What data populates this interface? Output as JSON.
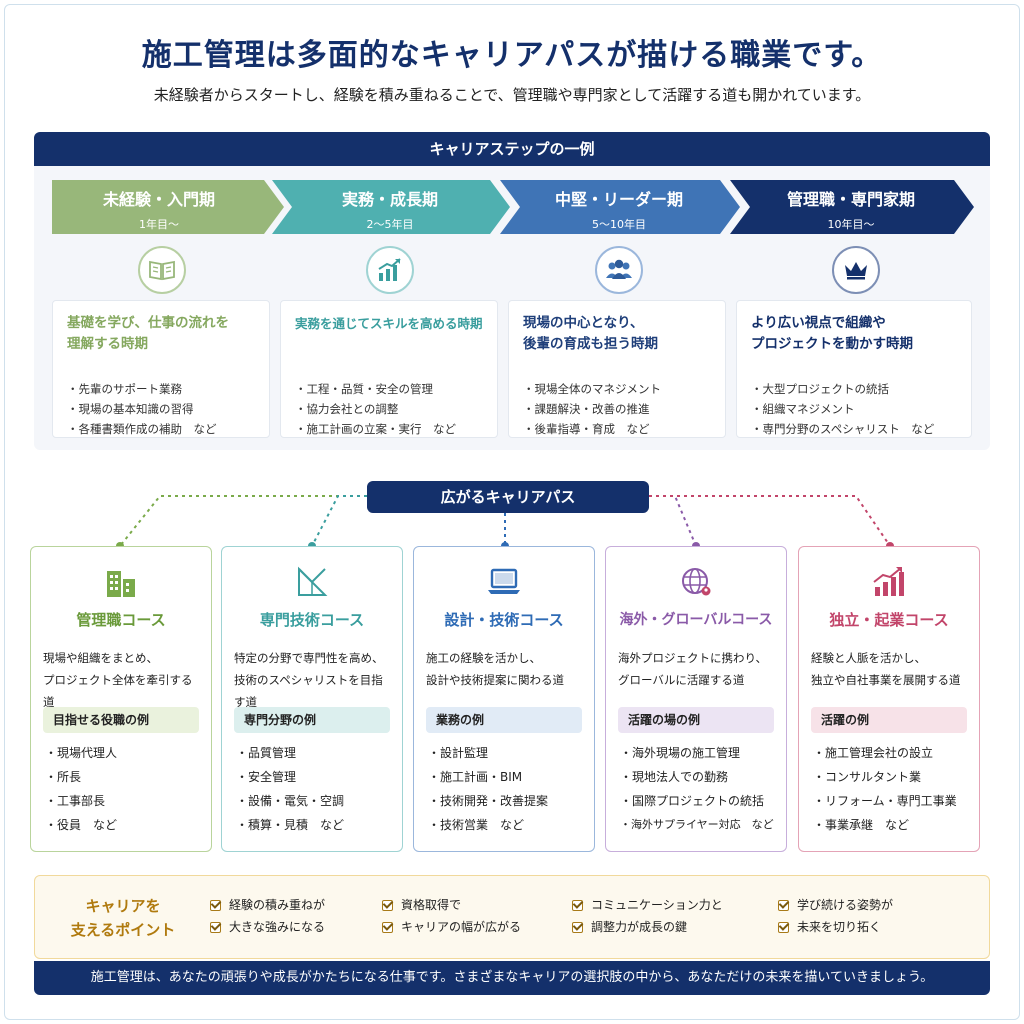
{
  "title": "施工管理は多面的なキャリアパスが描ける職業です。",
  "subtitle": "未経験者からスタートし、経験を積み重ねることで、管理職や専門家として活躍する道も開かれています。",
  "step_section": {
    "header": "キャリアステップの一例",
    "steps": [
      {
        "name": "未経験・入門期",
        "years": "1年目〜",
        "icon": "book-icon",
        "color": "#98b77a",
        "text_color": "#85a85f",
        "lead1": "基礎を学び、仕事の流れを",
        "lead2": "理解する時期",
        "items": [
          "・先輩のサポート業務",
          "・現場の基本知識の習得",
          "・各種書類作成の補助　など"
        ]
      },
      {
        "name": "実務・成長期",
        "years": "2〜5年目",
        "icon": "growth-chart-icon",
        "color": "#4fb0b0",
        "text_color": "#3a9e9e",
        "lead1": "実務を通じてスキルを高める時期",
        "lead2": "",
        "items": [
          "・工程・品質・安全の管理",
          "・協力会社との調整",
          "・施工計画の立案・実行　など"
        ]
      },
      {
        "name": "中堅・リーダー期",
        "years": "5〜10年目",
        "icon": "team-icon",
        "color": "#3f74b6",
        "text_color": "#1f3f7a",
        "lead1": "現場の中心となり、",
        "lead2": "後輩の育成も担う時期",
        "items": [
          "・現場全体のマネジメント",
          "・課題解決・改善の推進",
          "・後輩指導・育成　など"
        ]
      },
      {
        "name": "管理職・専門家期",
        "years": "10年目〜",
        "icon": "crown-icon",
        "color": "#14306b",
        "text_color": "#14306b",
        "lead1": "より広い視点で組織や",
        "lead2": "プロジェクトを動かす時期",
        "items": [
          "・大型プロジェクトの統括",
          "・組織マネジメント",
          "・専門分野のスペシャリスト　など"
        ]
      }
    ]
  },
  "path_section": {
    "badge": "広がるキャリアパス",
    "courses": [
      {
        "title": "管理職コース",
        "icon": "building-icon",
        "color": "#7aaa4a",
        "box_bg": "#eaf2dd",
        "desc1": "現場や組織をまとめ、",
        "desc2": "プロジェクト全体を牽引する道",
        "box": "目指せる役職の例",
        "items": [
          "・現場代理人",
          "・所長",
          "・工事部長",
          "・役員　など"
        ]
      },
      {
        "title": "専門技術コース",
        "icon": "blueprint-icon",
        "color": "#3a9e9e",
        "box_bg": "#dcefee",
        "desc1": "特定の分野で専門性を高め、",
        "desc2": "技術のスペシャリストを目指す道",
        "box": "専門分野の例",
        "items": [
          "・品質管理",
          "・安全管理",
          "・設備・電気・空調",
          "・積算・見積　など"
        ]
      },
      {
        "title": "設計・技術コース",
        "icon": "laptop-icon",
        "color": "#2e6bb5",
        "box_bg": "#e1ebf6",
        "desc1": "施工の経験を活かし、",
        "desc2": "設計や技術提案に関わる道",
        "box": "業務の例",
        "items": [
          "・設計監理",
          "・施工計画・BIM",
          "・技術開発・改善提案",
          "・技術営業　など"
        ]
      },
      {
        "title": "海外・グローバルコース",
        "icon": "globe-icon",
        "color": "#8a5aa8",
        "box_bg": "#ece4f3",
        "desc1": "海外プロジェクトに携わり、",
        "desc2": "グローバルに活躍する道",
        "box": "活躍の場の例",
        "items": [
          "・海外現場の施工管理",
          "・現地法人での勤務",
          "・国際プロジェクトの統括",
          "・海外サプライヤー対応　など"
        ]
      },
      {
        "title": "独立・起業コース",
        "icon": "rising-chart-icon",
        "color": "#c2456a",
        "box_bg": "#f7e2e8",
        "desc1": "経験と人脈を活かし、",
        "desc2": "独立や自社事業を展開する道",
        "box": "活躍の例",
        "items": [
          "・施工管理会社の設立",
          "・コンサルタント業",
          "・リフォーム・専門工事業",
          "・事業承継　など"
        ]
      }
    ]
  },
  "points": {
    "label1": "キャリアを",
    "label2": "支えるポイント",
    "items": [
      {
        "l1": "経験の積み重ねが",
        "l2": "大きな強みになる"
      },
      {
        "l1": "資格取得で",
        "l2": "キャリアの幅が広がる"
      },
      {
        "l1": "コミュニケーション力と",
        "l2": "調整力が成長の鍵"
      },
      {
        "l1": "学び続ける姿勢が",
        "l2": "未来を切り拓く"
      }
    ]
  },
  "footer": "施工管理は、あなたの頑張りや成長がかたちになる仕事です。さまざまなキャリアの選択肢の中から、あなただけの未来を描いていきましょう。"
}
